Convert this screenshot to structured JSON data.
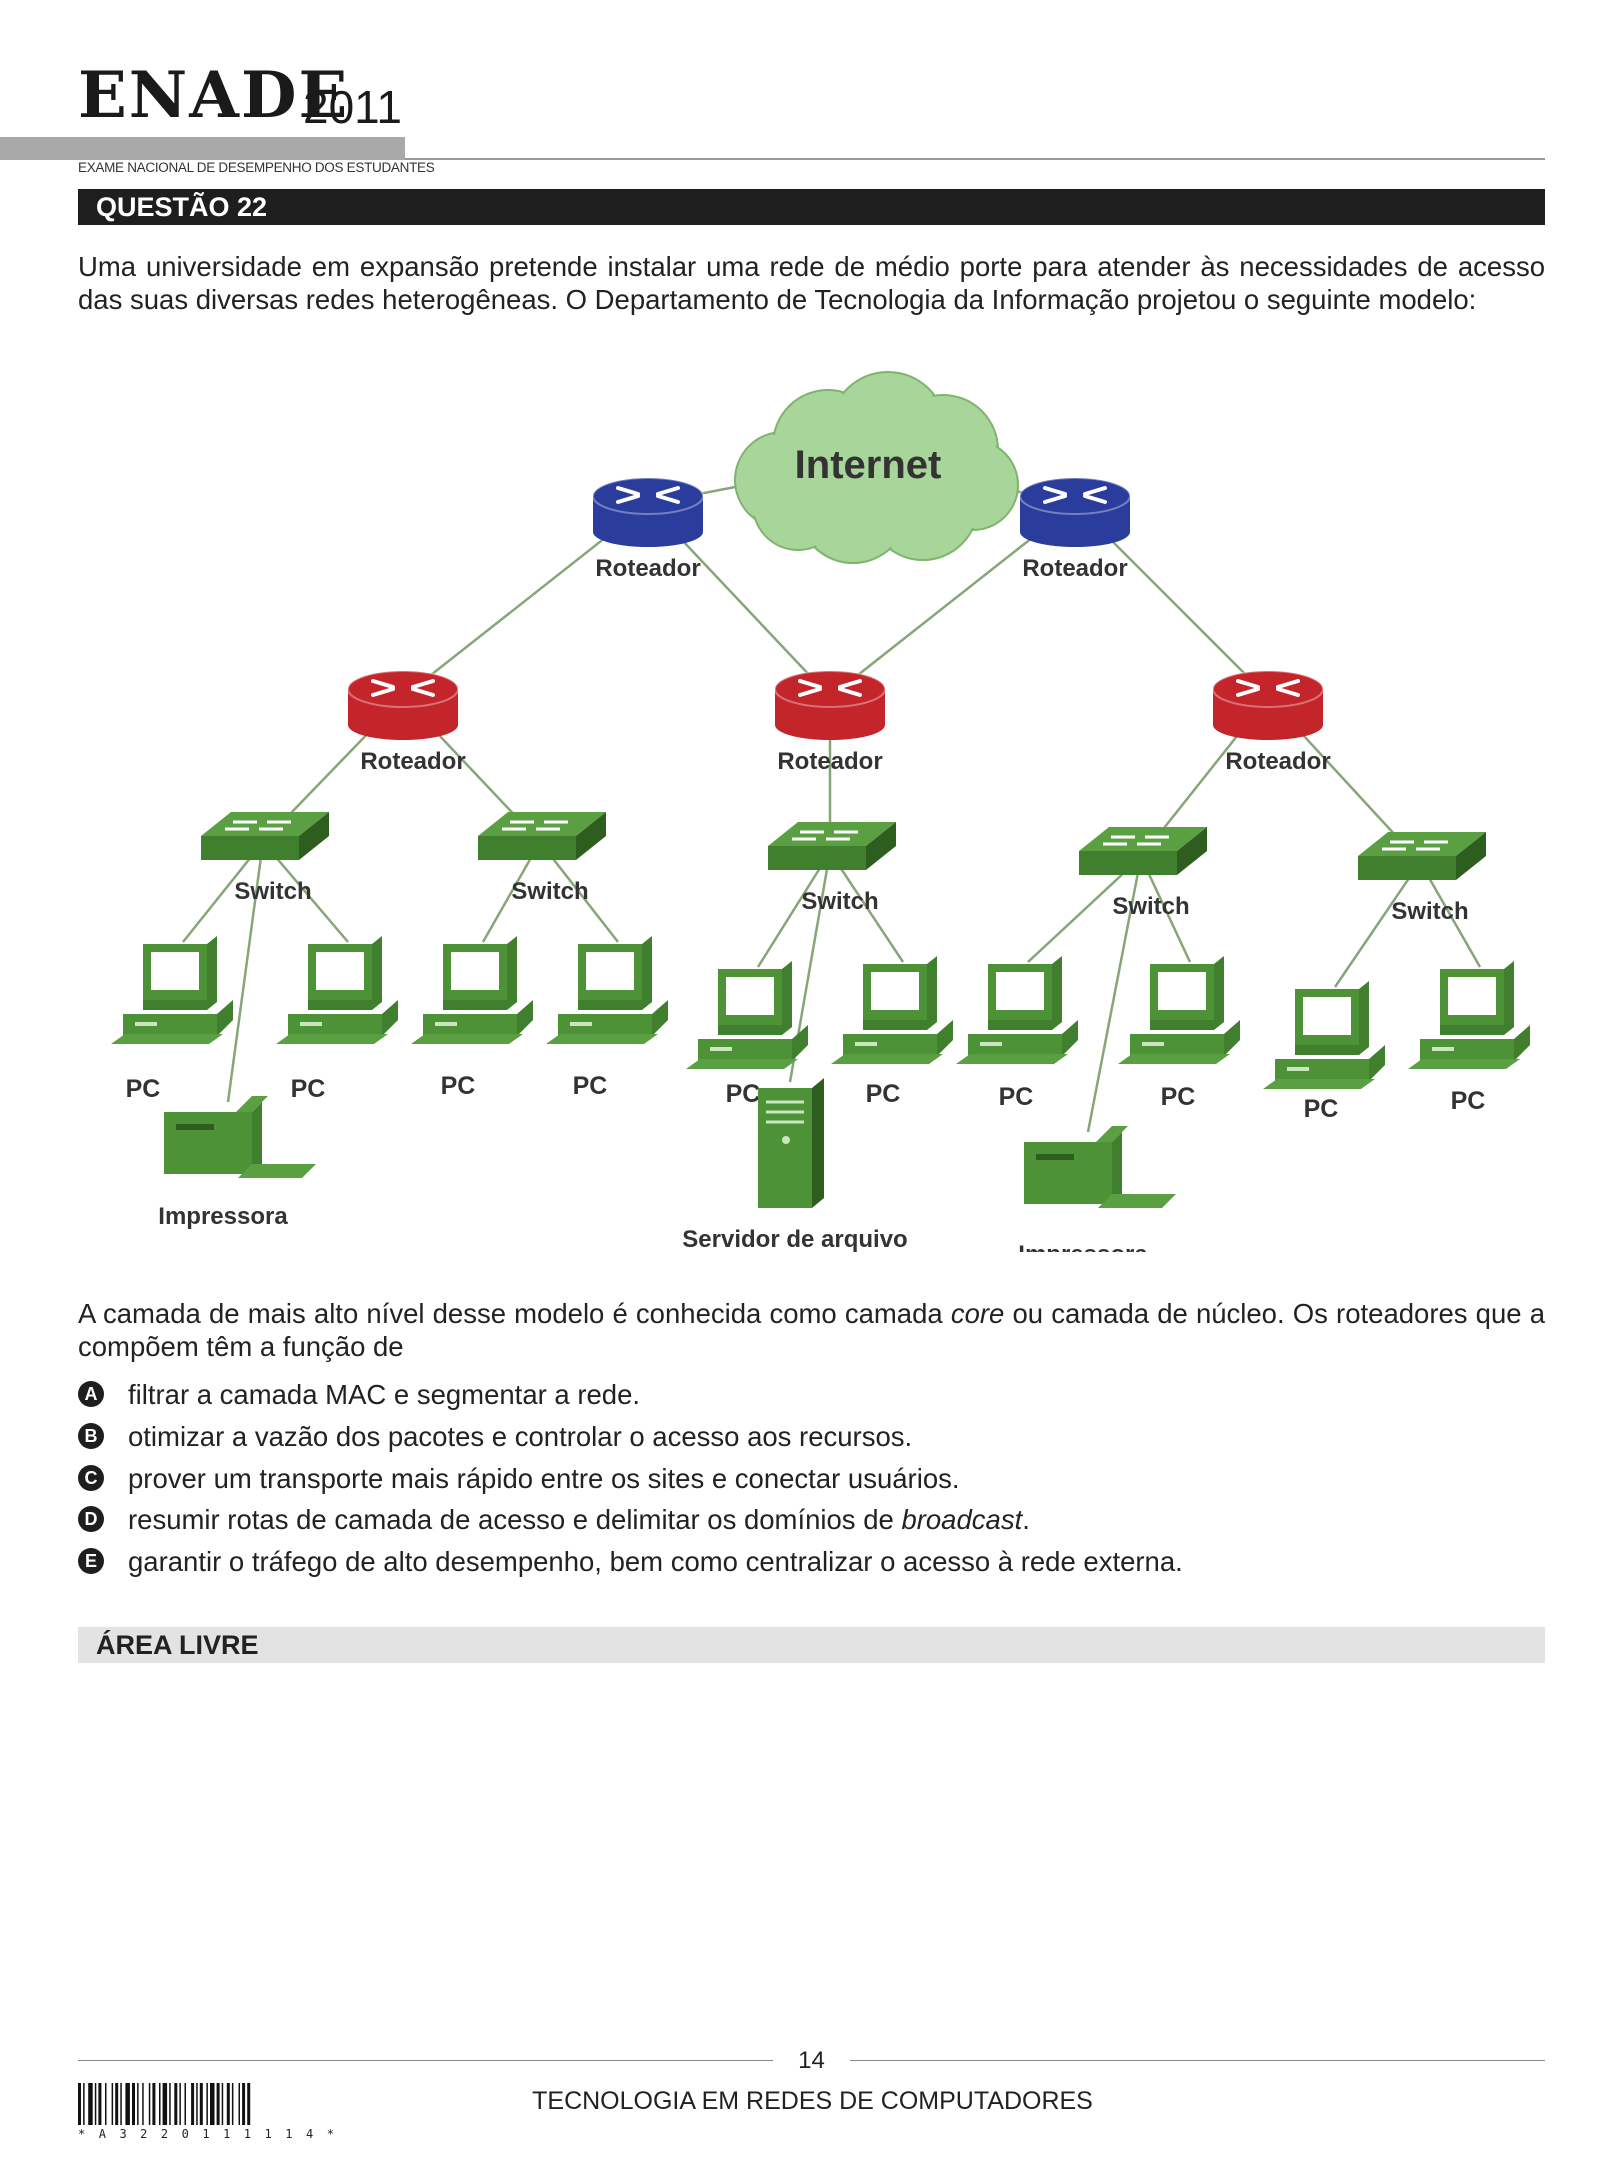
{
  "header": {
    "logo": "ENADE",
    "year": "2011",
    "subtitle": "EXAME NACIONAL DE DESEMPENHO DOS ESTUDANTES"
  },
  "question": {
    "title": "QUESTÃO 22",
    "intro": "Uma universidade em expansão pretende instalar uma rede de médio porte para atender às necessidades de acesso das suas diversas redes heterogêneas. O Departamento de Tecnologia da Informação projetou o seguinte modelo:",
    "stem_before": "A camada de mais alto nível desse modelo é conhecida como camada ",
    "stem_italic": "core",
    "stem_after": " ou camada de núcleo. Os roteadores que a compõem têm a função de",
    "options": [
      {
        "letter": "A",
        "text": "filtrar a camada MAC e segmentar a rede."
      },
      {
        "letter": "B",
        "text": "otimizar a vazão dos pacotes e controlar o acesso aos recursos."
      },
      {
        "letter": "C",
        "text": "prover um transporte mais rápido entre os sites e conectar usuários."
      },
      {
        "letter": "D",
        "text": "resumir rotas de camada de acesso e delimitar os domínios de ",
        "italic": "broadcast",
        "tail": "."
      },
      {
        "letter": "E",
        "text": "garantir o tráfego de alto desempenho, bem como centralizar o acesso à rede externa."
      }
    ]
  },
  "diagram": {
    "internet": "Internet",
    "router": "Roteador",
    "switch": "Switch",
    "pc": "PC",
    "printer": "Impressora",
    "server": "Servidor de arquivo",
    "colors": {
      "core_router": "#2a3c9c",
      "dist_router": "#c4252b",
      "device": "#3f7f2d",
      "cloud": "#a8d69a",
      "link": "#86a677"
    }
  },
  "area": {
    "title": "ÁREA LIVRE"
  },
  "footer": {
    "page": "14",
    "course": "TECNOLOGIA EM REDES DE COMPUTADORES",
    "barcode_text": "*A3220111114*"
  }
}
